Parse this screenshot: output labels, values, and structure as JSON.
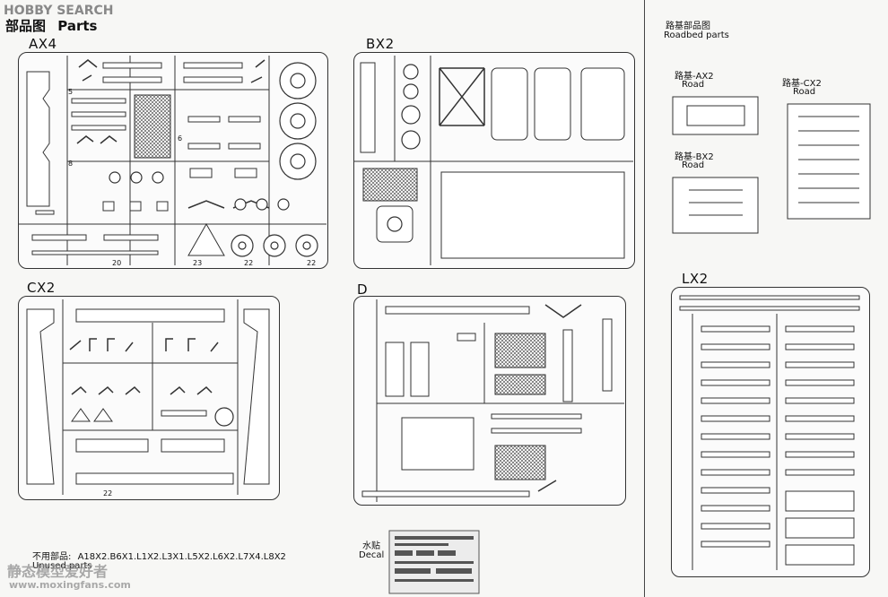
{
  "watermark": {
    "logo": "HOBBY SEARCH",
    "site_cn": "静态模型爱好者",
    "site_url": "www.moxingfans.com"
  },
  "header": {
    "title_cn": "部品图",
    "title_en": "Parts"
  },
  "sprues": {
    "ax4": "AX4",
    "bx2": "BX2",
    "cx2": "CX2",
    "d": "D",
    "lx2": "LX2"
  },
  "roadbed": {
    "title_cn": "路基部品图",
    "title_en": "Roadbed parts",
    "ax2_cn": "路基-AX2",
    "ax2_en": "Road",
    "bx2_cn": "路基-BX2",
    "bx2_en": "Road",
    "cx2_cn": "路基-CX2",
    "cx2_en": "Road"
  },
  "unused": {
    "label_cn": "不用部品:",
    "list": "A18X2.B6X1.L1X2.L3X1.L5X2.L6X2.L7X4.L8X2",
    "label_en": "Unused parts"
  },
  "decal": {
    "label_cn": "水贴",
    "label_en": "Decal"
  },
  "part_numbers": {
    "ax4": [
      "5",
      "6",
      "8",
      "20",
      "22",
      "22",
      "23"
    ],
    "cx2": [
      "22"
    ]
  }
}
